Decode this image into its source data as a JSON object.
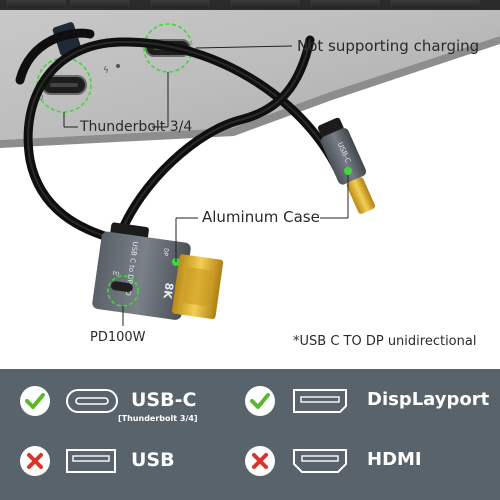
{
  "callouts": {
    "charging": "Not supporting charging",
    "thunderbolt": "Thunderbolt 3/4",
    "case": "Aluminum Case",
    "pd": "PD100W",
    "note": "*USB C TO DP unidirectional"
  },
  "cable_print": {
    "plug_c_text": "USB-C",
    "dp_head_text": "USB C to DP/PD",
    "dp_badge": "8K",
    "dp_mark": "DP",
    "pd_mark": "PD"
  },
  "compatibility": [
    {
      "label": "USB-C",
      "sub": "[Thunderbolt 3/4]",
      "supported": true,
      "icon": "usb-c-port-icon"
    },
    {
      "label": "DispLayport",
      "sub": "",
      "supported": true,
      "icon": "displayport-port-icon"
    },
    {
      "label": "USB",
      "sub": "",
      "supported": false,
      "icon": "usb-a-port-icon"
    },
    {
      "label": "HDMI",
      "sub": "",
      "supported": false,
      "icon": "hdmi-port-icon"
    }
  ],
  "colors": {
    "panel": "#58636b",
    "check": "#5cb82a",
    "cross": "#d9342b",
    "highlight": "#41d63a"
  }
}
